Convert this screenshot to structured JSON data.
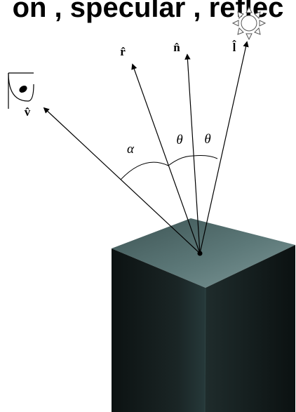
{
  "header": {
    "title_fragment": "on , specular , reflec"
  },
  "vectors": {
    "view_label": "v̂",
    "reflection_label": "r̂",
    "normal_label": "n̂",
    "light_label": "l̂"
  },
  "angles": {
    "alpha_label": "α",
    "theta_left_label": "θ",
    "theta_right_label": "θ"
  },
  "icons": {
    "eye": "eye-icon",
    "sun": "sun-icon"
  },
  "colors": {
    "line": "#000000",
    "cube_top": "#4e6a6a",
    "cube_front": "#1d2727",
    "cube_side": "#121919",
    "background": "#ffffff"
  }
}
